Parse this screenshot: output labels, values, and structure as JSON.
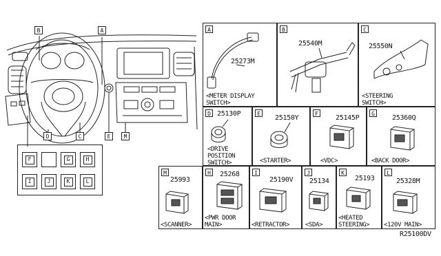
{
  "diagram_code": "R25100DV",
  "dash_labels": {
    "A": "A",
    "B": "B",
    "C": "C",
    "D": "D",
    "E": "E",
    "M": "M"
  },
  "grid_labels": {
    "F": "F",
    "G": "G",
    "H": "H",
    "I": "I",
    "J": "J",
    "K": "K",
    "L": "L"
  },
  "parts": [
    {
      "tag": "A",
      "part": "25273M",
      "caption_1": "<METER DISPLAY",
      "caption_2": "SWITCH>"
    },
    {
      "tag": "B",
      "part": "25540M",
      "caption_1": "",
      "caption_2": ""
    },
    {
      "tag": "C",
      "part": "25550N",
      "caption_1": "<STEERING",
      "caption_2": "SWITCH>"
    },
    {
      "tag": "D",
      "part": "25130P",
      "caption_1": "<DRIVE",
      "caption_2": "POSITION",
      "caption_3": "SWITCH>"
    },
    {
      "tag": "E",
      "part": "25150Y",
      "caption_1": "<STARTER>"
    },
    {
      "tag": "F",
      "part": "25145P",
      "caption_1": "<VDC>"
    },
    {
      "tag": "G",
      "part": "25360Q",
      "caption_1": "<BACK DOOR>"
    },
    {
      "tag": "M",
      "part": "25993",
      "caption_1": "<SCANNER>"
    },
    {
      "tag": "H",
      "part": "25268",
      "caption_1": "<PWR DOOR",
      "caption_2": "MAIN>"
    },
    {
      "tag": "I",
      "part": "25190V",
      "caption_1": "<RETRACTOR>"
    },
    {
      "tag": "J",
      "part": "25134",
      "caption_1": "<SDA>"
    },
    {
      "tag": "K",
      "part": "25193",
      "caption_1": "<HEATED",
      "caption_2": "STEERING>"
    },
    {
      "tag": "L",
      "part": "25328M",
      "caption_1": "<120V MAIN>"
    }
  ]
}
